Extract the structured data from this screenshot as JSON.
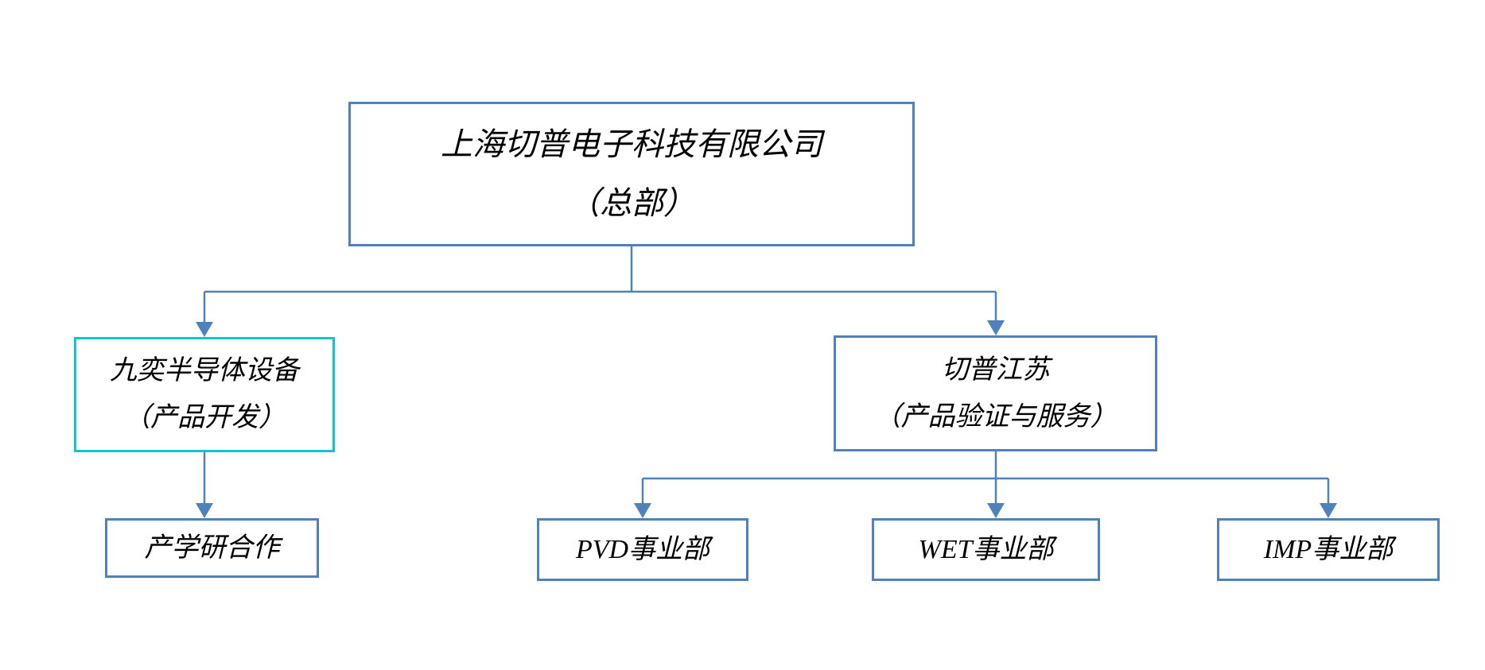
{
  "colors": {
    "connector": "#4f81bd",
    "border-blue": "#4f81bd",
    "border-cyan": "#0ec4d6",
    "text": "#000000",
    "bg": "#ffffff"
  },
  "org_chart": {
    "type": "org-chart",
    "nodes": {
      "hq": {
        "line1": "上海切普电子科技有限公司",
        "line2": "（总部）"
      },
      "jiuyi": {
        "line1": "九奕半导体设备",
        "line2": "（产品开发）"
      },
      "jiangsu": {
        "line1": "切普江苏",
        "line2": "（产品验证与服务）"
      },
      "coop": {
        "label": "产学研合作"
      },
      "pvd": {
        "label": "PVD事业部"
      },
      "wet": {
        "label": "WET事业部"
      },
      "imp": {
        "label": "IMP事业部"
      }
    },
    "hierarchy": {
      "hq": [
        "jiuyi",
        "jiangsu"
      ],
      "jiuyi": [
        "coop"
      ],
      "jiangsu": [
        "pvd",
        "wet",
        "imp"
      ]
    }
  }
}
